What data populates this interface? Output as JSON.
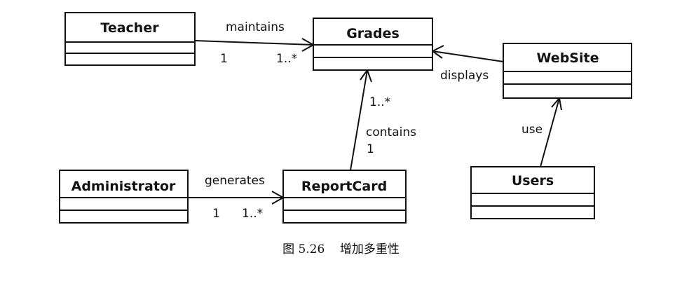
{
  "classes": {
    "teacher": "Teacher",
    "grades": "Grades",
    "website": "WebSite",
    "administrator": "Administrator",
    "reportcard": "ReportCard",
    "users": "Users"
  },
  "associations": {
    "teacher_grades": {
      "label": "maintains",
      "source_mult": "1",
      "target_mult": "1..*"
    },
    "website_grades": {
      "label": "displays"
    },
    "reportcard_grades": {
      "label": "contains",
      "source_mult": "1",
      "target_mult": "1..*"
    },
    "admin_reportcard": {
      "label": "generates",
      "source_mult": "1",
      "target_mult": "1..*"
    },
    "users_website": {
      "label": "use"
    }
  },
  "caption": "图 5.26    增加多重性"
}
